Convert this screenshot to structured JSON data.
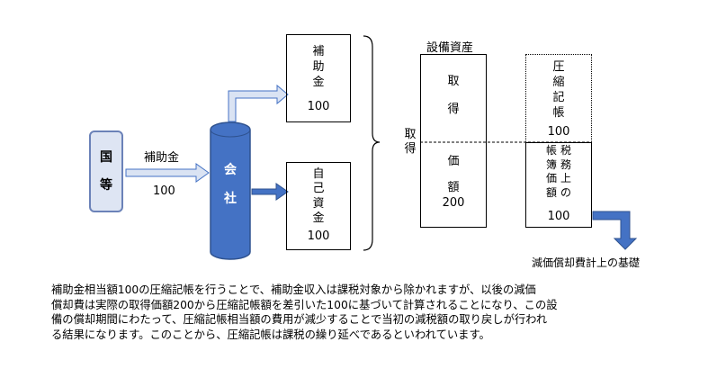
{
  "nodes": {
    "kuni": {
      "label": "国等",
      "chars": [
        "国",
        "等"
      ]
    },
    "kaisha": {
      "label": "会社",
      "chars": [
        "会",
        "社"
      ]
    },
    "hojokin_box": {
      "chars": [
        "補",
        "助",
        "金"
      ],
      "amount": "100"
    },
    "jiko_box": {
      "chars": [
        "自",
        "己",
        "資",
        "金"
      ],
      "amount": "100"
    }
  },
  "edge_kuni_kaisha": {
    "label": "補助金",
    "amount": "100"
  },
  "brace_label": {
    "chars": [
      "取",
      "得"
    ]
  },
  "setsubi": {
    "title": "設備資産",
    "upper_chars": [
      "取",
      "得"
    ],
    "lower_chars": [
      "価",
      "額"
    ],
    "amount": "200"
  },
  "compression": {
    "chars": [
      "圧",
      "縮",
      "記",
      "帳"
    ],
    "amount": "100"
  },
  "tax_book": {
    "col1": [
      "帳",
      "簿",
      "価",
      "額"
    ],
    "col2": [
      "税",
      "務",
      "上",
      "の"
    ],
    "amount": "100"
  },
  "depreciation_label": "減価償却費計上の基礎",
  "explanation": [
    "補助金相当額100の圧縮記帳を行うことで、補助金収入は課税対象から除かれますが、以後の減価",
    "償却費は実際の取得価額200から圧縮記帳額を差引いた100に基づいて計算されることになり、この設",
    "備の償却期間にわたって、圧縮記帳相当額の費用が減少することで当初の減税額の取り戻しが行われ",
    "る結果になります。このことから、圧縮記帳は課税の繰り延べであるといわれています。"
  ],
  "colors": {
    "kuni_fill": "#dee5f3",
    "kuni_border": "#6b82b8",
    "kaisha_fill": "#4472c4",
    "kaisha_border": "#2f528f",
    "arrow_light_fill": "#dae3f3",
    "arrow_light_border": "#4472c4",
    "arrow_dark_fill": "#4472c4",
    "arrow_dark_border": "#2f528f"
  }
}
